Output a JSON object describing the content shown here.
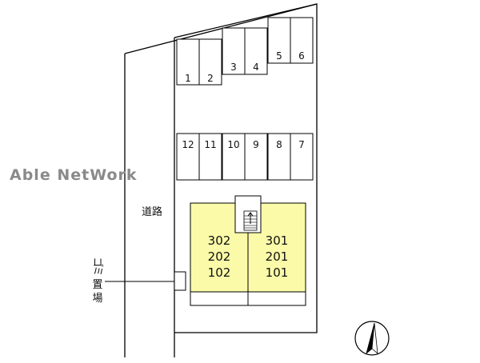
{
  "watermark": "Able NetWork",
  "road_label": "道路",
  "trash_label": [
    "ゴ",
    "ミ",
    "置",
    "場"
  ],
  "parking": {
    "top_row": [
      "1",
      "2",
      "3",
      "4",
      "5",
      "6"
    ],
    "middle_row": [
      "12",
      "11",
      "10",
      "9",
      "8",
      "7"
    ]
  },
  "building": {
    "left_units": [
      "302",
      "202",
      "102"
    ],
    "right_units": [
      "301",
      "201",
      "101"
    ],
    "fill_color": "#fafaa8"
  },
  "compass_icon": "north-arrow-icon"
}
